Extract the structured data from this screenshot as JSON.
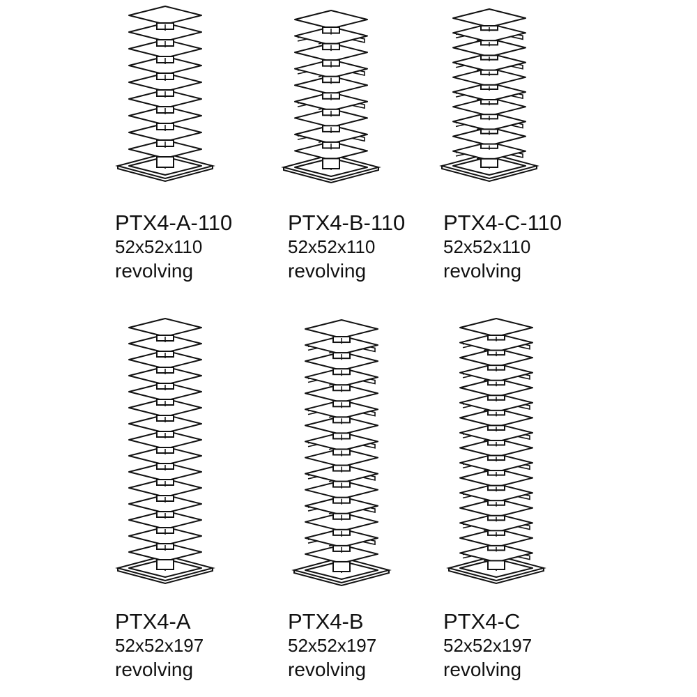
{
  "products": [
    {
      "code": "PTX4-A-110",
      "dimensions": "52x52x110",
      "type": "revolving",
      "shelf_style": "A"
    },
    {
      "code": "PTX4-B-110",
      "dimensions": "52x52x110",
      "type": "revolving",
      "shelf_style": "B"
    },
    {
      "code": "PTX4-C-110",
      "dimensions": "52x52x110",
      "type": "revolving",
      "shelf_style": "C"
    },
    {
      "code": "PTX4-A",
      "dimensions": "52x52x197",
      "type": "revolving",
      "shelf_style": "A"
    },
    {
      "code": "PTX4-B",
      "dimensions": "52x52x197",
      "type": "revolving",
      "shelf_style": "B"
    },
    {
      "code": "PTX4-C",
      "dimensions": "52x52x197",
      "type": "revolving",
      "shelf_style": "C"
    }
  ],
  "line_color": "#111111"
}
